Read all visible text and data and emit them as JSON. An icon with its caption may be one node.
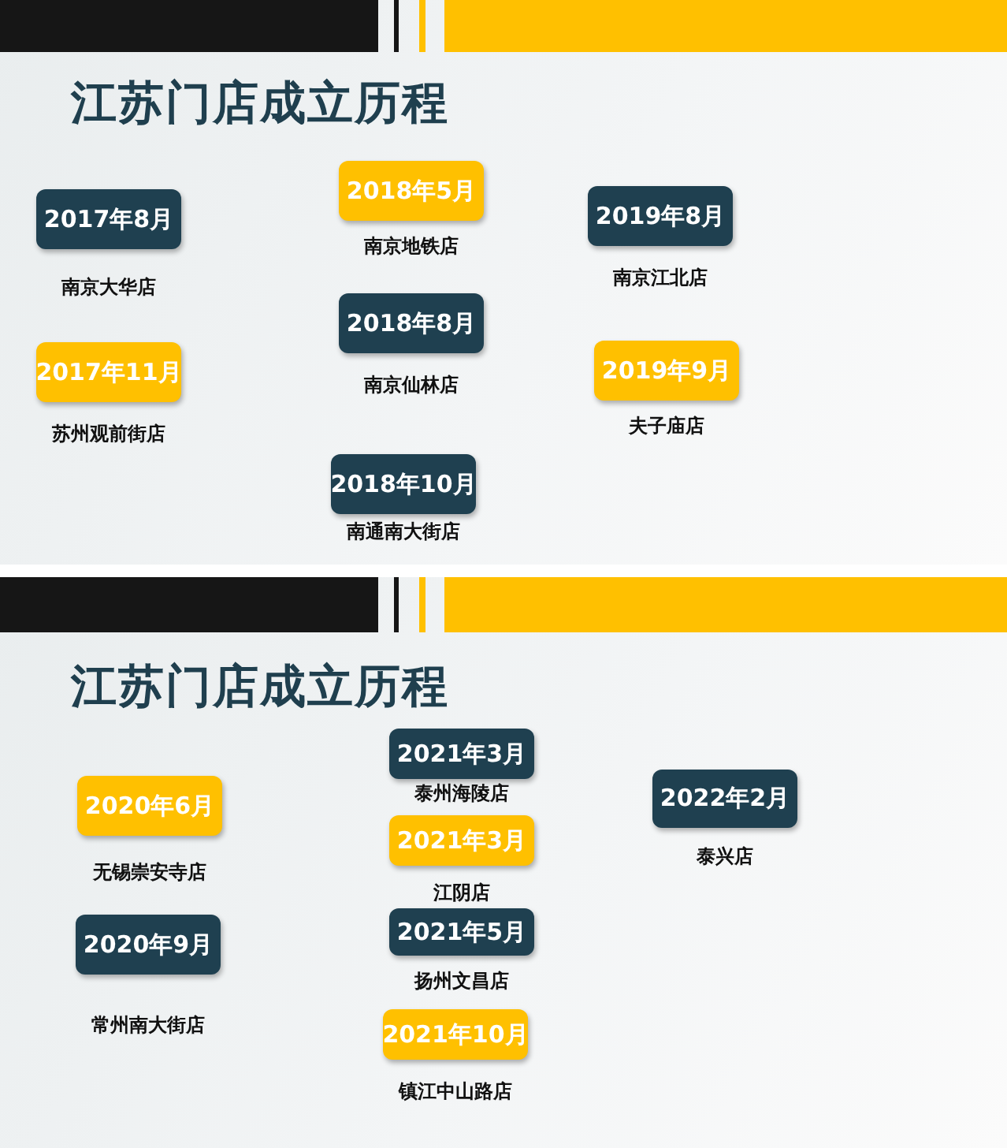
{
  "diagram": {
    "nodes": [
      {
        "text": [
          "江苏门店成立历程"
        ]
      },
      {
        "text": [
          "2017年8月"
        ],
        "beside": [
          "南京大华店"
        ],
        "in": 0
      },
      {
        "text": [
          "2017年11月"
        ],
        "beside": [
          "苏州观前街店"
        ],
        "in": 0
      },
      {
        "text": [
          "2018年5月"
        ],
        "beside": [
          "南京地铁店"
        ],
        "in": 0
      },
      {
        "text": [
          "2018年8月"
        ],
        "beside": [
          "南京仙林店"
        ],
        "in": 0
      },
      {
        "text": [
          "2018年10月"
        ],
        "beside": [
          "南通南大街店"
        ],
        "in": 0
      },
      {
        "text": [
          "2019年8月"
        ],
        "beside": [
          "南京江北店"
        ],
        "in": 0
      },
      {
        "text": [
          "2019年9月"
        ],
        "beside": [
          "夫子庙店"
        ],
        "in": 0
      },
      {
        "text": [
          "江苏门店成立历程"
        ]
      },
      {
        "text": [
          "2020年6月"
        ],
        "beside": [
          "无锡崇安寺店"
        ],
        "in": 8
      },
      {
        "text": [
          "2020年9月"
        ],
        "beside": [
          "常州南大街店"
        ],
        "in": 8
      },
      {
        "text": [
          "2021年3月"
        ],
        "beside": [
          "泰州海陵店"
        ],
        "in": 8
      },
      {
        "text": [
          "2021年3月"
        ],
        "beside": [
          "江阴店"
        ],
        "in": 8
      },
      {
        "text": [
          "2021年5月"
        ],
        "beside": [
          "扬州文昌店"
        ],
        "in": 8
      },
      {
        "text": [
          "2021年10月"
        ],
        "beside": [
          "镇江中山路店"
        ],
        "in": 8
      },
      {
        "text": [
          "2022年2月"
        ],
        "beside": [
          "泰兴店"
        ],
        "in": 8
      }
    ]
  }
}
